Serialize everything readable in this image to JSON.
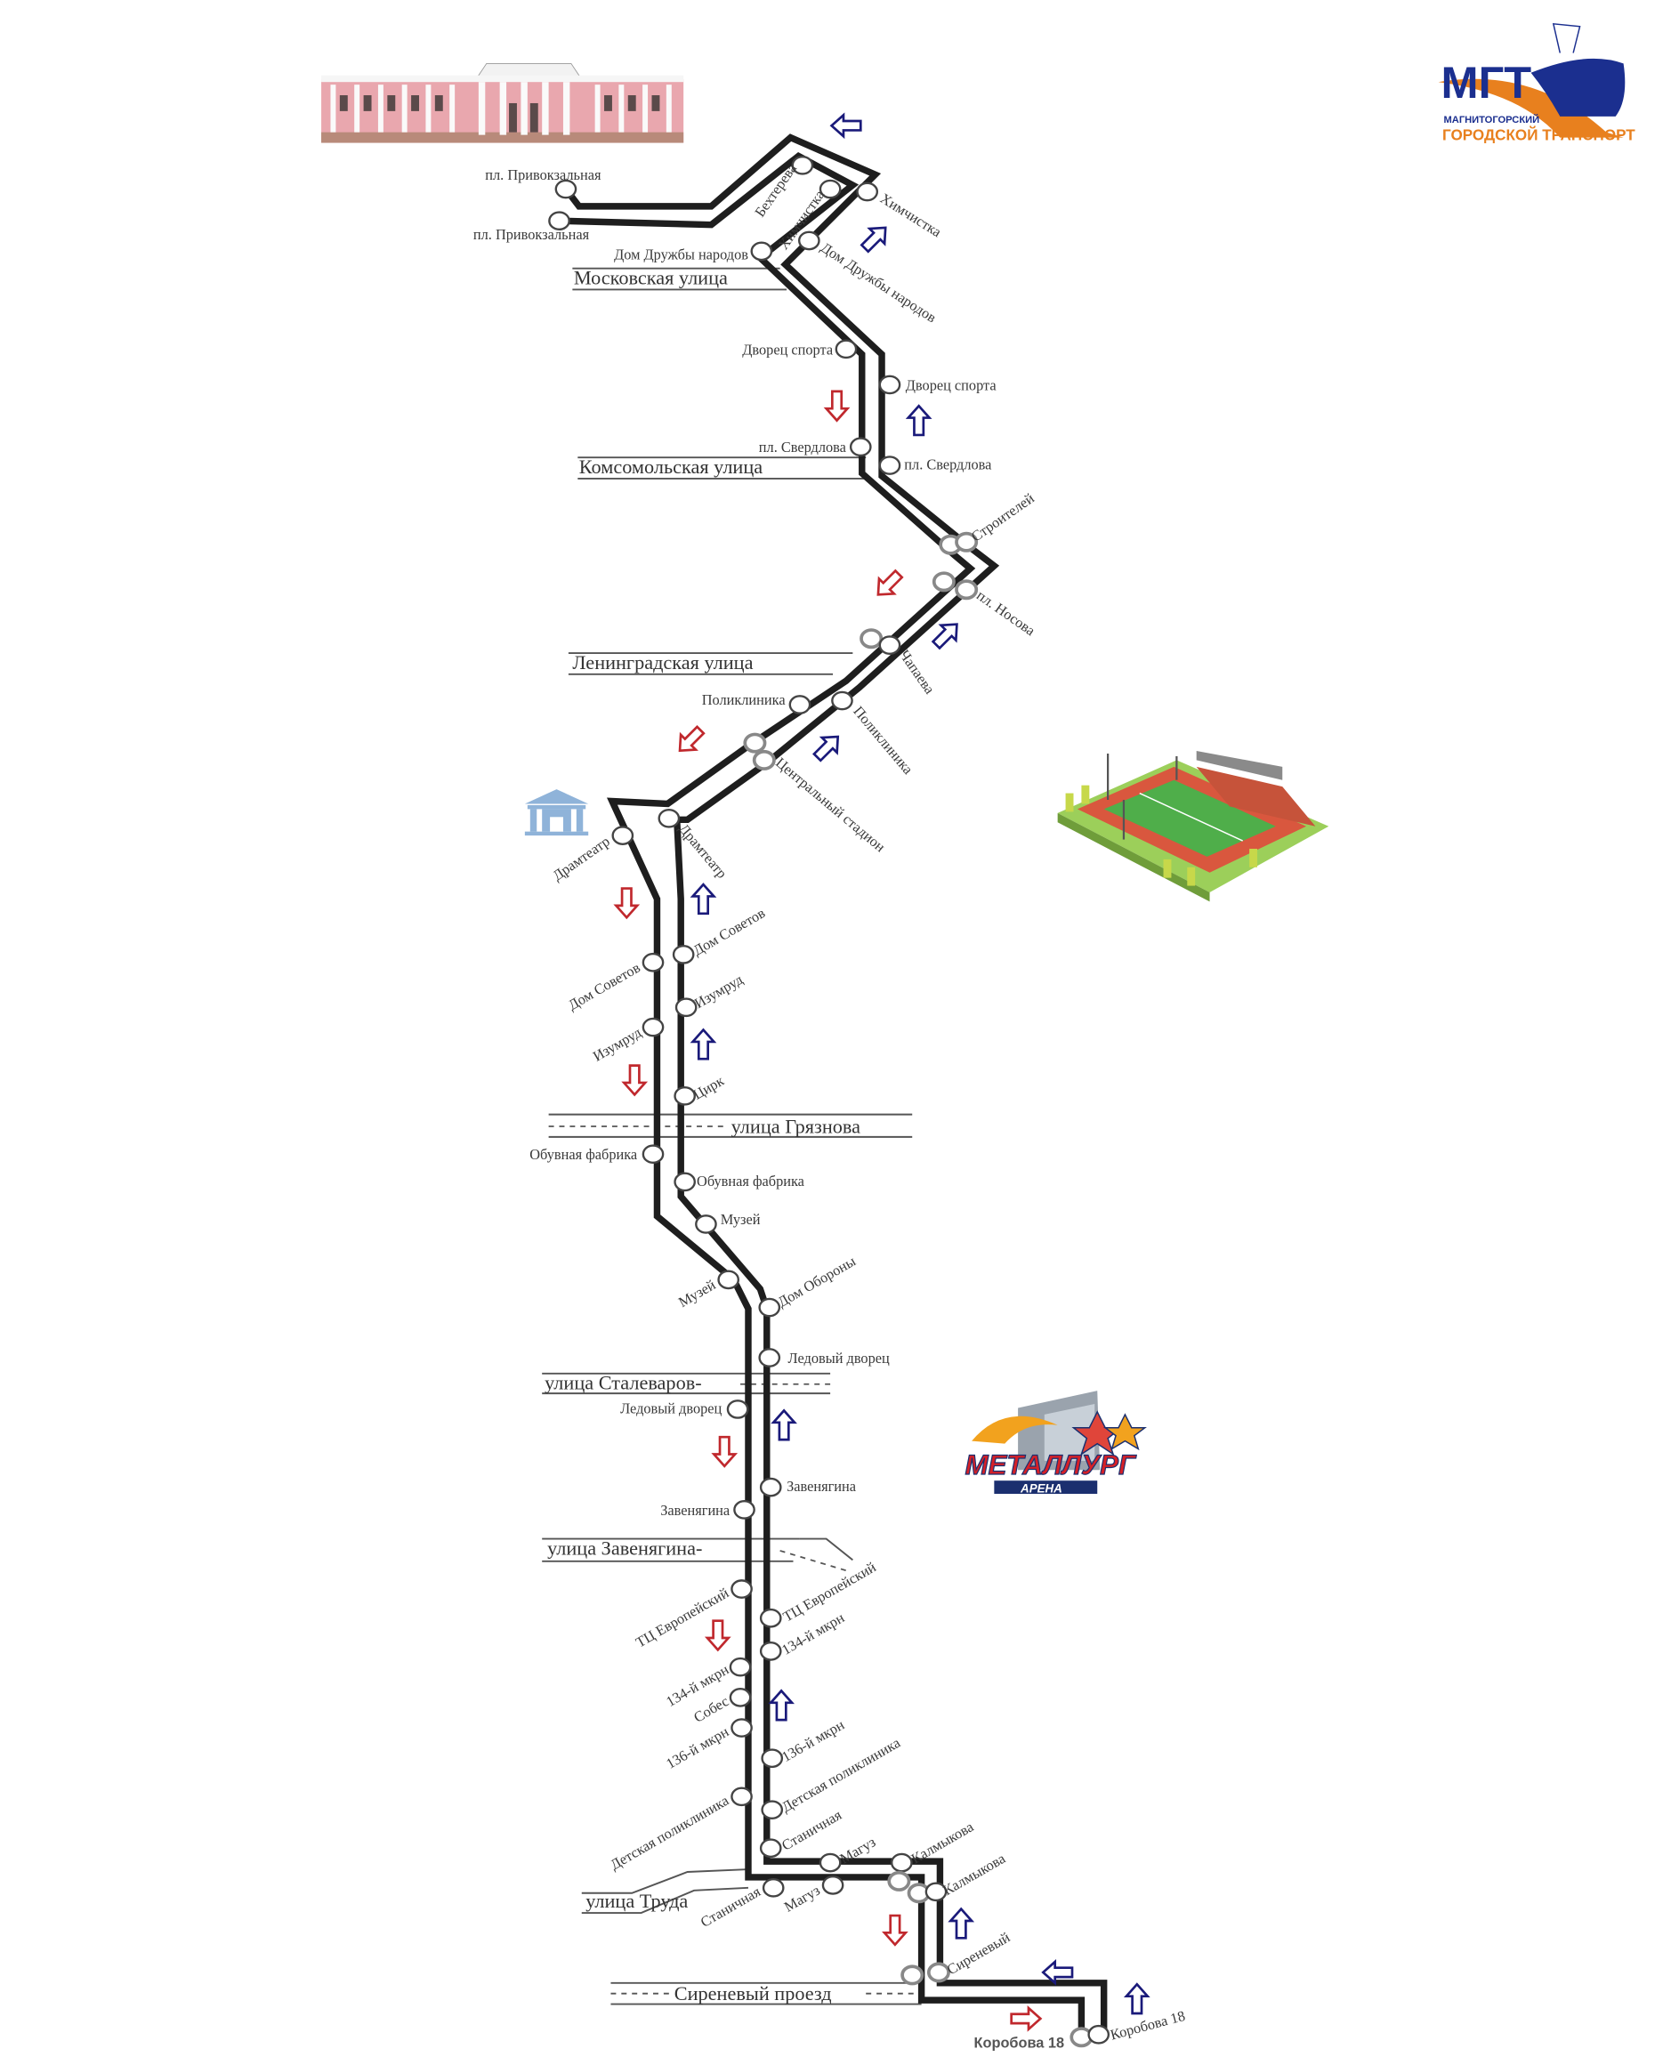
{
  "logos": {
    "mgt_main": "МГТ",
    "mgt_city": "МАГНИТОГОРСКИЙ",
    "mgt_sub": "ГОРОДСКОЙ ТРАНСПОРТ",
    "arena_main": "МЕТАЛЛУРГ",
    "arena_sub": "АРЕНА"
  },
  "colors": {
    "route": "#1e1e1e",
    "arrow_down": "#c0282d",
    "arrow_up": "#1a1a7a",
    "logo_blue": "#1b2f8f",
    "logo_orange": "#e8801e"
  },
  "streets": {
    "moskovskaya": "Московская улица",
    "komsomolskaya": "Комсомольская улица",
    "leningradskaya": "Ленинградская улица",
    "gryaznova": "улица Грязнова",
    "stalevarov": "улица Сталеваров-",
    "zavenyagina": "улица Завенягина-",
    "truda": "улица Труда",
    "sirenevy": "Сиреневый проезд"
  },
  "stop_labels": [
    "пл. Привокзальная",
    "пл. Привокзальная",
    "Бехтерева",
    "Химчистка",
    "Химчистка",
    "Дом Дружбы народов",
    "Дом Дружбы народов",
    "Дворец спорта",
    "Дворец спорта",
    "пл. Свердлова",
    "пл. Свердлова",
    "Строителей",
    "пл. Носова",
    "Чапаева",
    "Поликлиника",
    "Поликлиника",
    "Центральный стадион",
    "Драмтеатр",
    "Драмтеатр",
    "Дом Советов",
    "Дом Советов",
    "Изумруд",
    "Изумруд",
    "Цирк",
    "Обувная фабрика",
    "Обувная фабрика",
    "Музей",
    "Музей",
    "Дом Обороны",
    "Ледовый дворец",
    "Ледовый дворец",
    "Завенягина",
    "Завенягина",
    "ТЦ Европейский",
    "ТЦ Европейский",
    "134-й мкрн",
    "134-й мкрн",
    "Собес",
    "136-й мкрн",
    "136-й мкрн",
    "Детская поликлиника",
    "Детская поликлиника",
    "Станичная",
    "Станичная",
    "Магуз",
    "Магуз",
    "Калмыкова",
    "Калмыкова",
    "Сиреневый",
    "Коробова 18",
    "Коробова 18"
  ]
}
